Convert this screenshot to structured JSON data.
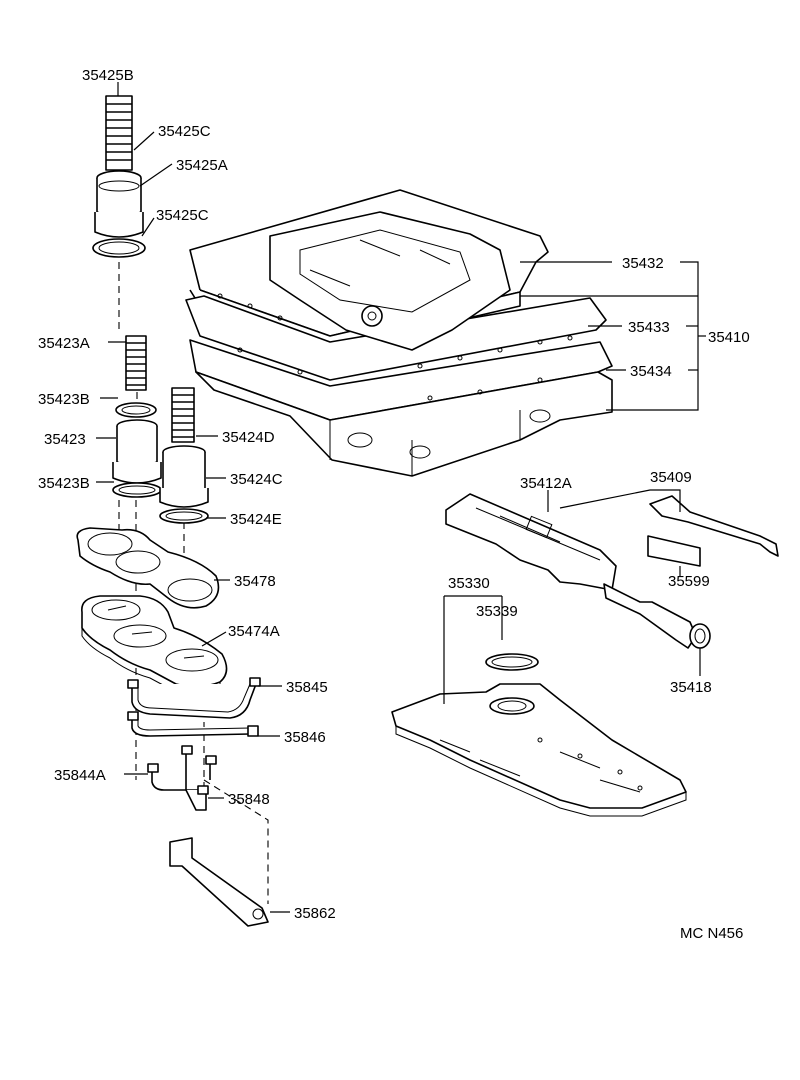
{
  "labels": {
    "p35425B": "35425B",
    "p35425C_top": "35425C",
    "p35425A": "35425A",
    "p35425C_bottom": "35425C",
    "p35423A": "35423A",
    "p35423B_top": "35423B",
    "p35423": "35423",
    "p35423B_bottom": "35423B",
    "p35424D": "35424D",
    "p35424C": "35424C",
    "p35424E": "35424E",
    "p35478": "35478",
    "p35474A": "35474A",
    "p35845": "35845",
    "p35846": "35846",
    "p35844A": "35844A",
    "p35848": "35848",
    "p35862": "35862",
    "p35432": "35432",
    "p35433": "35433",
    "p35410": "35410",
    "p35434": "35434",
    "p35412A": "35412A",
    "p35409": "35409",
    "p35599": "35599",
    "p35330": "35330",
    "p35339": "35339",
    "p35418": "35418"
  },
  "figure_code": "MC N456"
}
